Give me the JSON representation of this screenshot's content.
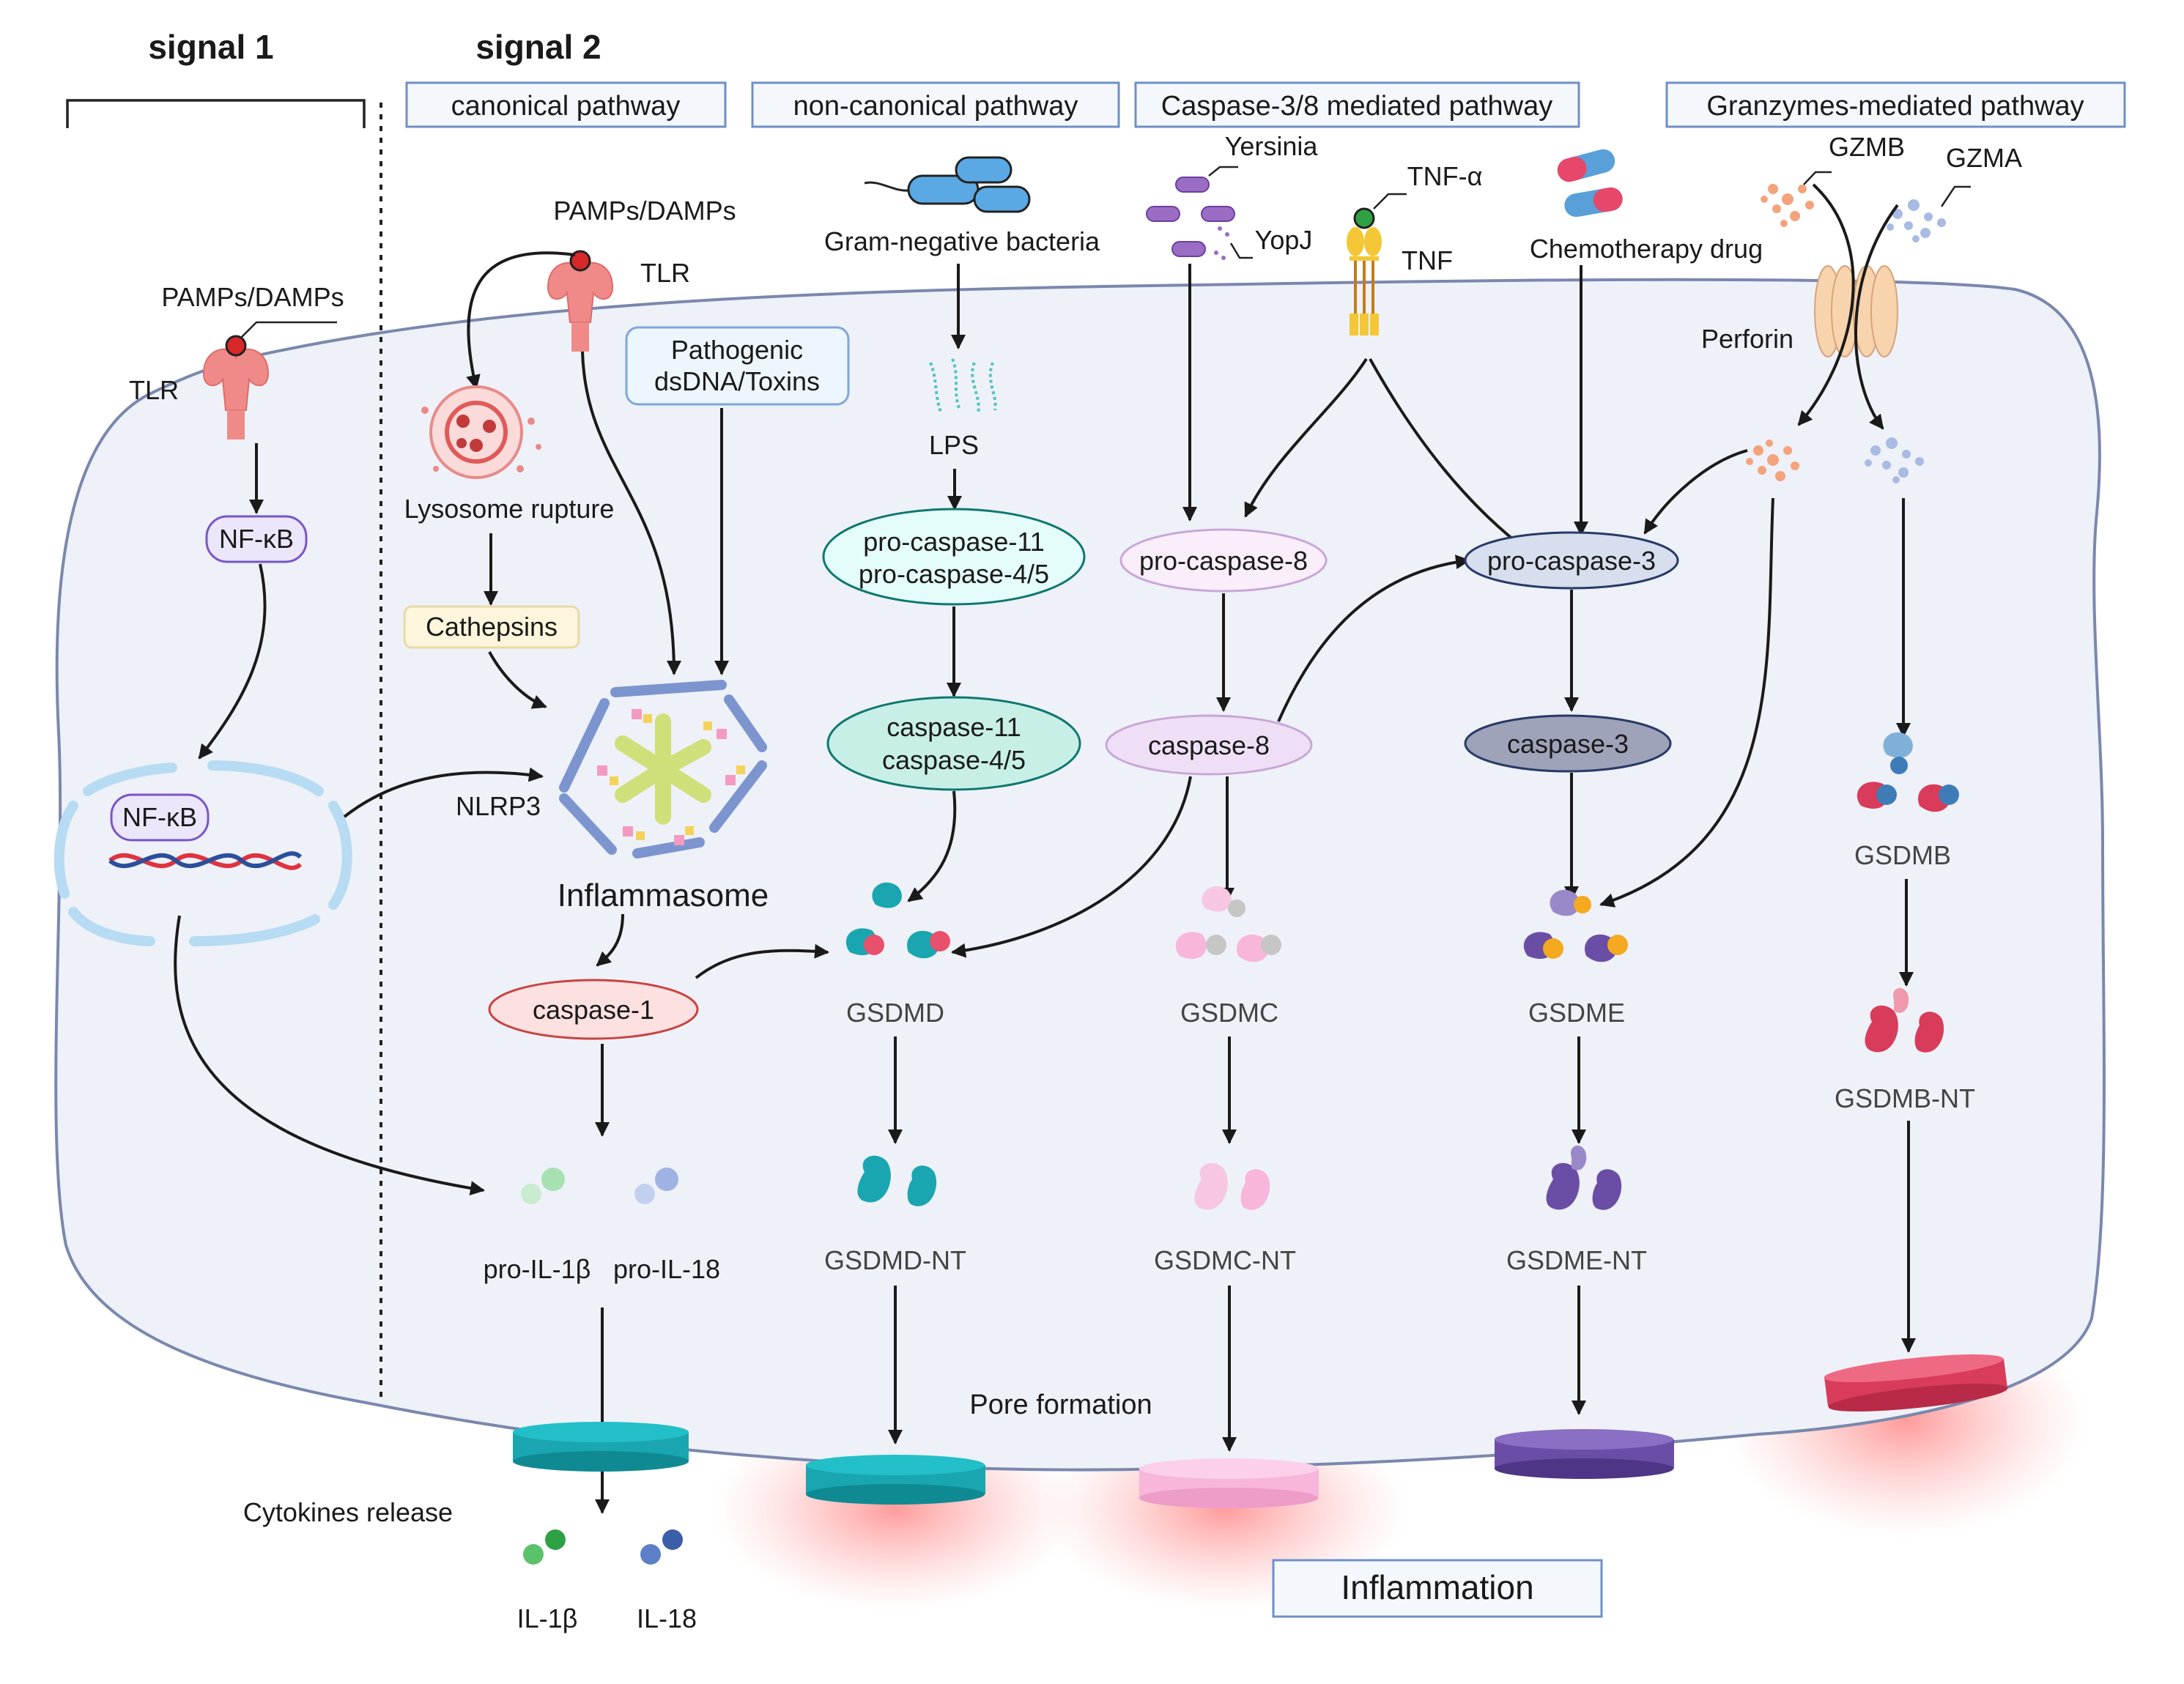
{
  "headers": {
    "signal1": "signal 1",
    "signal2": "signal 2",
    "canonical": "canonical pathway",
    "noncanonical": "non-canonical pathway",
    "caspase38": "Caspase-3/8 mediated pathway",
    "granzymes": "Granzymes-mediated pathway"
  },
  "signal1": {
    "pamps": "PAMPs/DAMPs",
    "tlr": "TLR",
    "nfkb_cyto": "NF-κB",
    "nfkb_nucleus": "NF-κB"
  },
  "canonical": {
    "pamps": "PAMPs/DAMPs",
    "tlr": "TLR",
    "lysosome": "Lysosome rupture",
    "cathepsins": "Cathepsins",
    "pathogenic_line1": "Pathogenic",
    "pathogenic_line2": "dsDNA/Toxins",
    "nlrp3": "NLRP3",
    "inflammasome": "Inflammasome",
    "caspase1": "caspase-1",
    "pro_il1b": "pro-IL-1β",
    "pro_il18": "pro-IL-18",
    "cytokines_release": "Cytokines release",
    "il1b": "IL-1β",
    "il18": "IL-18"
  },
  "noncanonical": {
    "bacteria": "Gram-negative bacteria",
    "lps": "LPS",
    "procasp_line1": "pro-caspase-11",
    "procasp_line2": "pro-caspase-4/5",
    "casp_line1": "caspase-11",
    "casp_line2": "caspase-4/5",
    "gsdmd": "GSDMD",
    "gsdmd_nt": "GSDMD-NT"
  },
  "caspase38": {
    "yersinia": "Yersinia",
    "yopj": "YopJ",
    "tnfa": "TNF-α",
    "tnf": "TNF",
    "chemo": "Chemotherapy drug",
    "procasp8": "pro-caspase-8",
    "casp8": "caspase-8",
    "procasp3": "pro-caspase-3",
    "casp3": "caspase-3",
    "gsdmc": "GSDMC",
    "gsdmc_nt": "GSDMC-NT",
    "gsdme": "GSDME",
    "gsdme_nt": "GSDME-NT"
  },
  "granzymes": {
    "gzmb": "GZMB",
    "gzma": "GZMA",
    "perforin": "Perforin",
    "gsdmb": "GSDMB",
    "gsdmb_nt": "GSDMB-NT"
  },
  "bottom": {
    "pore_formation": "Pore formation",
    "inflammation": "Inflammation"
  },
  "colors": {
    "cell_fill": "#eef1f8",
    "cell_stroke": "#7a88ad",
    "header_box": "#6f8fc7",
    "gsdmd": "#1aa6b0",
    "gsdmc": "#f7b6da",
    "gsdme": "#6a4ea6",
    "gsdmb": "#d93b5b",
    "tlr": "#f08a88"
  }
}
